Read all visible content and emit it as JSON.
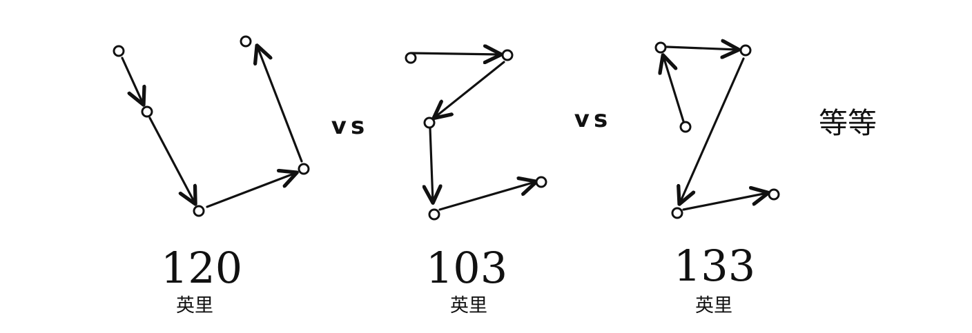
{
  "routes": [
    {
      "distance": "120",
      "unit": "英里"
    },
    {
      "distance": "103",
      "unit": "英里"
    },
    {
      "distance": "133",
      "unit": "英里"
    }
  ],
  "separators": [
    "vs",
    "vs"
  ],
  "etc_label": "等等",
  "colors": {
    "ink": "#111111",
    "background": "#ffffff"
  }
}
